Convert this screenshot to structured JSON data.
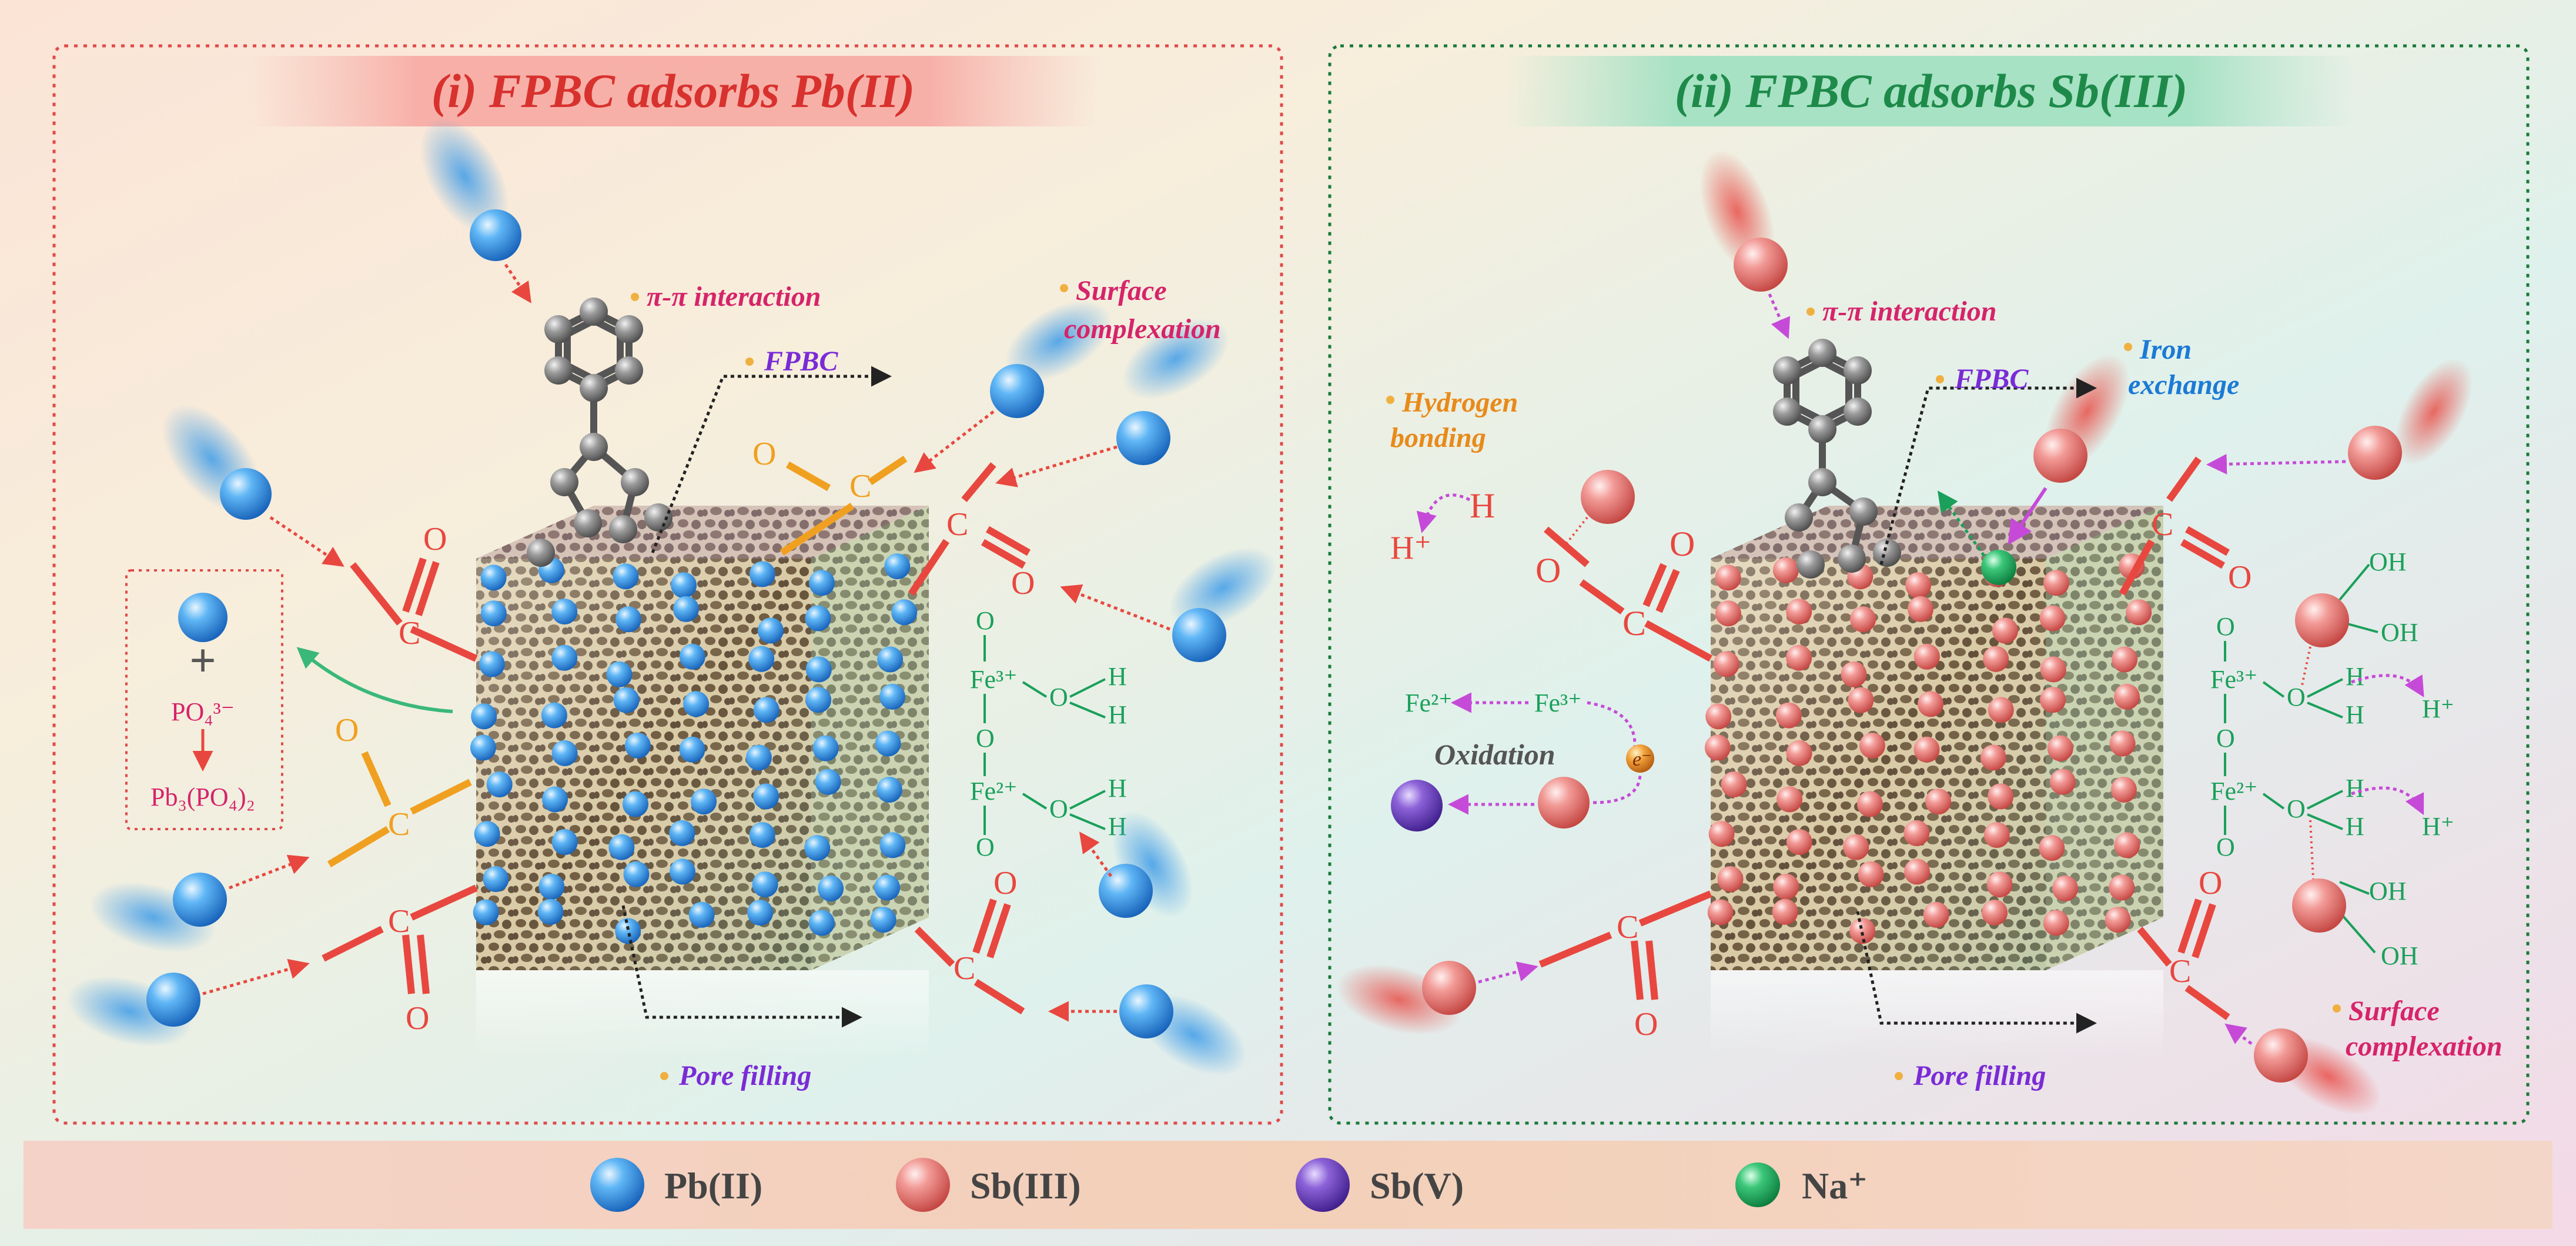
{
  "panels": [
    {
      "title": "(i)  FPBC adsorbs Pb(II)",
      "pi_label": "π-π interaction",
      "fpbc_label": "FPBC",
      "surface_label_1": "Surface",
      "surface_label_2": "complexation",
      "pore_label": "Pore filling",
      "plus_sign": "+",
      "phosphate": "PO₄³⁻",
      "precipitate": "Pb₃(PO₄)₂",
      "fe3": "Fe³⁺",
      "fe2": "Fe²⁺",
      "o": "O",
      "h": "H",
      "c": "C"
    },
    {
      "title": "(ii)  FPBC adsorbs Sb(III)",
      "pi_label": "π-π interaction",
      "fpbc_label": "FPBC",
      "iron_label_1": "Iron",
      "iron_label_2": "exchange",
      "hbond_label_1": "Hydrogen",
      "hbond_label_2": "bonding",
      "hplus": "H⁺",
      "fe2": "Fe²⁺",
      "fe3": "Fe³⁺",
      "oxidation": "Oxidation",
      "electron": "e⁻",
      "oh": "OH",
      "surface_label_1": "Surface",
      "surface_label_2": "complexation",
      "pore_label": "Pore filling",
      "o": "O",
      "h": "H",
      "c": "C"
    }
  ],
  "legend": [
    {
      "label": "Pb(II)",
      "color": "#2f8fe6"
    },
    {
      "label": "Sb(III)",
      "color": "#e0706e"
    },
    {
      "label": "Sb(V)",
      "color": "#6b3fb8"
    },
    {
      "label": "Na⁺",
      "color": "#1aa05a"
    }
  ],
  "colors": {
    "panel1_border": "#e04a4a",
    "panel2_border": "#1a7a3a",
    "title1": "#d8322e",
    "title2": "#1e8a4a",
    "label_pink": "#d6246a",
    "label_purple": "#7a2bd6",
    "label_orange": "#e88a1a",
    "label_blue": "#1a7ad6",
    "carboxyl": "#e8473f",
    "ester": "#f0a020",
    "fe_group": "#1aa05a"
  }
}
